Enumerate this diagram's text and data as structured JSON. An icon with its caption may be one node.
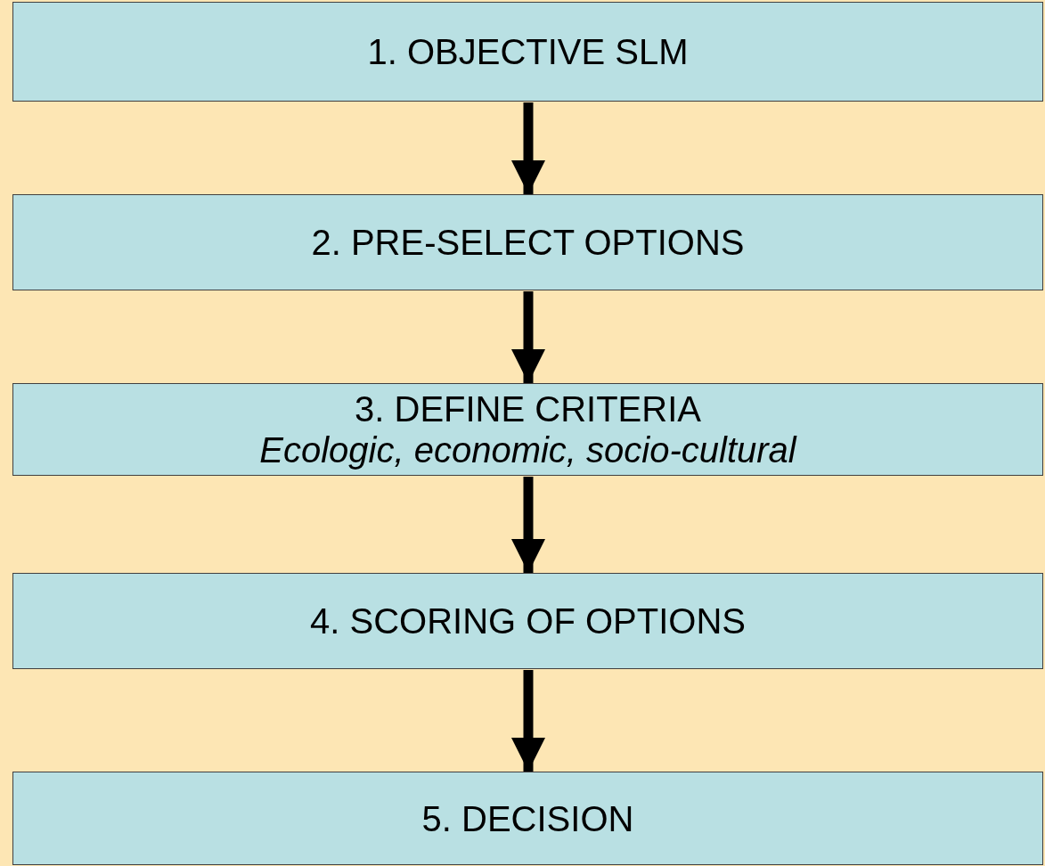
{
  "diagram": {
    "nodes": [
      {
        "text": [
          "1. OBJECTIVE SLM"
        ]
      },
      {
        "text": [
          "2. PRE-SELECT OPTIONS"
        ]
      },
      {
        "text": [
          "3. DEFINE CRITERIA",
          "Ecologic, economic, socio-cultural"
        ]
      },
      {
        "text": [
          "4. SCORING OF OPTIONS"
        ]
      },
      {
        "text": [
          "5. DECISION"
        ]
      }
    ],
    "edges": [
      {
        "from": 0,
        "to": 1,
        "arrow": "to"
      },
      {
        "from": 1,
        "to": 2,
        "arrow": "to"
      },
      {
        "from": 2,
        "to": 3,
        "arrow": "to"
      },
      {
        "from": 3,
        "to": 4,
        "arrow": "to"
      }
    ]
  }
}
